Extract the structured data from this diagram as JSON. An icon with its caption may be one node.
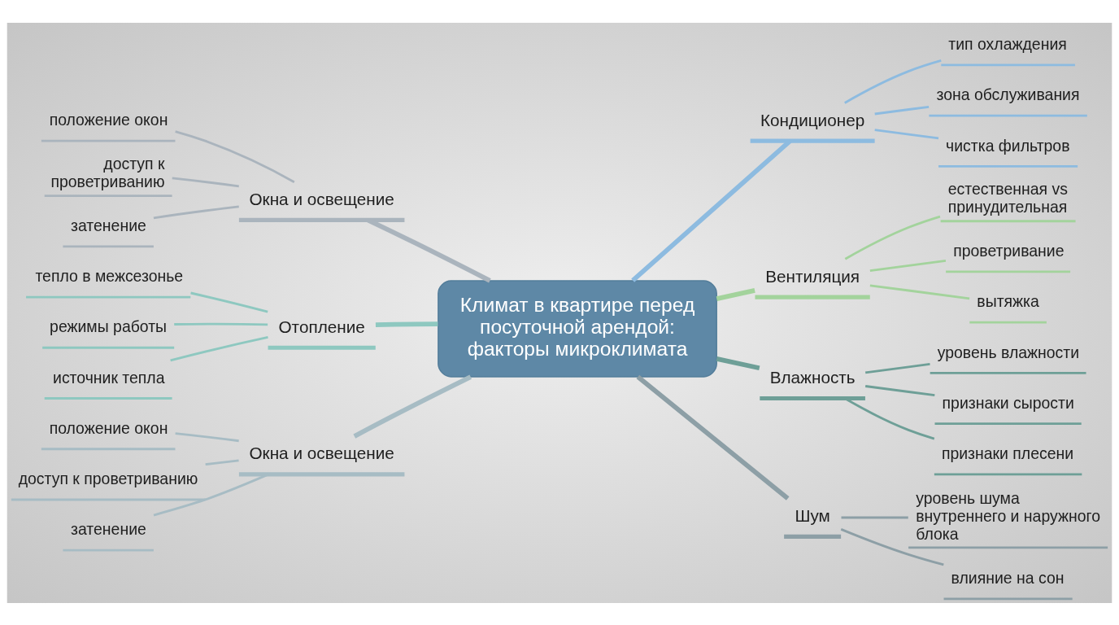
{
  "diagram": {
    "nodes": [
      {
        "text": [
          "Климат в квартире перед посуточной арендой: факторы микроклимата"
        ]
      },
      {
        "text": [
          "Кондиционер"
        ]
      },
      {
        "text": [
          "тип охлаждения"
        ]
      },
      {
        "text": [
          "зона обслуживания"
        ]
      },
      {
        "text": [
          "чистка фильтров"
        ]
      },
      {
        "text": [
          "Вентиляция"
        ]
      },
      {
        "text": [
          "естественная vs принудительная"
        ]
      },
      {
        "text": [
          "проветривание"
        ]
      },
      {
        "text": [
          "вытяжка"
        ]
      },
      {
        "text": [
          "Влажность"
        ]
      },
      {
        "text": [
          "уровень влажности"
        ]
      },
      {
        "text": [
          "признаки сырости"
        ]
      },
      {
        "text": [
          "признаки плесени"
        ]
      },
      {
        "text": [
          "Шум"
        ]
      },
      {
        "text": [
          "уровень шума внутреннего и наружного блока"
        ]
      },
      {
        "text": [
          "влияние на сон"
        ]
      },
      {
        "text": [
          "Окна и освещение"
        ]
      },
      {
        "text": [
          "положение окон"
        ]
      },
      {
        "text": [
          "доступ к проветриванию"
        ]
      },
      {
        "text": [
          "затенение"
        ]
      },
      {
        "text": [
          "Отопление"
        ]
      },
      {
        "text": [
          "тепло в межсезонье"
        ]
      },
      {
        "text": [
          "режимы работы"
        ]
      },
      {
        "text": [
          "источник тепла"
        ]
      },
      {
        "text": [
          "Окна и освещение"
        ]
      },
      {
        "text": [
          "положение окон"
        ]
      },
      {
        "text": [
          "доступ к проветриванию"
        ]
      },
      {
        "text": [
          "затенение"
        ]
      }
    ],
    "edges": [
      {
        "from": 0,
        "to": 1,
        "arrow": "none",
        "style": "thick",
        "color": "#8dbbe0"
      },
      {
        "from": 1,
        "to": 2,
        "arrow": "none",
        "color": "#8dbbe0"
      },
      {
        "from": 1,
        "to": 3,
        "arrow": "none",
        "color": "#8dbbe0"
      },
      {
        "from": 1,
        "to": 4,
        "arrow": "none",
        "color": "#8dbbe0"
      },
      {
        "from": 0,
        "to": 5,
        "arrow": "none",
        "style": "thick",
        "color": "#a3d39c"
      },
      {
        "from": 5,
        "to": 6,
        "arrow": "none",
        "color": "#a3d39c"
      },
      {
        "from": 5,
        "to": 7,
        "arrow": "none",
        "color": "#a3d39c"
      },
      {
        "from": 5,
        "to": 8,
        "arrow": "none",
        "color": "#a3d39c"
      },
      {
        "from": 0,
        "to": 9,
        "arrow": "none",
        "style": "thick",
        "color": "#6e9f97"
      },
      {
        "from": 9,
        "to": 10,
        "arrow": "none",
        "color": "#6e9f97"
      },
      {
        "from": 9,
        "to": 11,
        "arrow": "none",
        "color": "#6e9f97"
      },
      {
        "from": 9,
        "to": 12,
        "arrow": "none",
        "color": "#6e9f97"
      },
      {
        "from": 0,
        "to": 13,
        "arrow": "none",
        "style": "thick",
        "color": "#8d9fa6"
      },
      {
        "from": 13,
        "to": 14,
        "arrow": "none",
        "color": "#8d9fa6"
      },
      {
        "from": 13,
        "to": 15,
        "arrow": "none",
        "color": "#8d9fa6"
      },
      {
        "from": 0,
        "to": 16,
        "arrow": "none",
        "style": "thick",
        "color": "#aab4bd"
      },
      {
        "from": 16,
        "to": 17,
        "arrow": "none",
        "color": "#aab4bd"
      },
      {
        "from": 16,
        "to": 18,
        "arrow": "none",
        "color": "#aab4bd"
      },
      {
        "from": 16,
        "to": 19,
        "arrow": "none",
        "color": "#aab4bd"
      },
      {
        "from": 0,
        "to": 20,
        "arrow": "none",
        "style": "thick",
        "color": "#8ec8c0"
      },
      {
        "from": 20,
        "to": 21,
        "arrow": "none",
        "color": "#8ec8c0"
      },
      {
        "from": 20,
        "to": 22,
        "arrow": "none",
        "color": "#8ec8c0"
      },
      {
        "from": 20,
        "to": 23,
        "arrow": "none",
        "color": "#8ec8c0"
      },
      {
        "from": 0,
        "to": 24,
        "arrow": "none",
        "style": "thick",
        "color": "#a7bcc4"
      },
      {
        "from": 24,
        "to": 25,
        "arrow": "none",
        "color": "#a7bcc4"
      },
      {
        "from": 24,
        "to": 26,
        "arrow": "none",
        "color": "#a7bcc4"
      },
      {
        "from": 24,
        "to": 27,
        "arrow": "none",
        "color": "#a7bcc4"
      }
    ]
  }
}
